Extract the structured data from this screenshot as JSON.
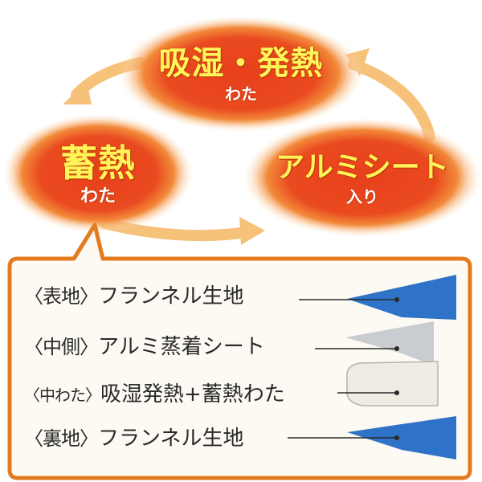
{
  "colors": {
    "bubble_core": "#e8401c",
    "bubble_glow": "#f7a24a",
    "arrow": "#f6c27a",
    "panel_border": "#e37b1f",
    "panel_bg": "#fcfaf3",
    "title_yellow": "#fff45a",
    "blue_layer": "#2f73c8",
    "gray_layer": "#c9ccd0",
    "cotton_layer": "#f0ece4"
  },
  "bubbles": {
    "top": {
      "main": "吸湿・発熱",
      "sub": "わた"
    },
    "left": {
      "main": "蓄熱",
      "sub": "わた"
    },
    "right": {
      "main": "アルミシート",
      "sub": "入り"
    }
  },
  "layers": [
    {
      "tag": "〈表地〉",
      "name": "フランネル生地"
    },
    {
      "tag": "〈中側〉",
      "name": "アルミ蒸着シート"
    },
    {
      "tag": "〈中わた〉",
      "name": "吸湿発熱+蓄熱わた"
    },
    {
      "tag": "〈裏地〉",
      "name": "フランネル生地"
    }
  ]
}
